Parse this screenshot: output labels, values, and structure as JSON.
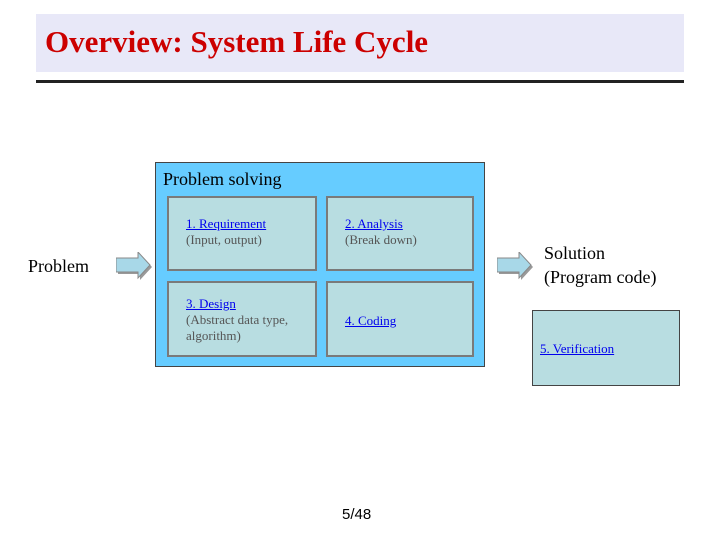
{
  "slide": {
    "title": "Overview: System Life Cycle",
    "page": "5/48"
  },
  "diagram": {
    "container_label": "Problem solving",
    "input_label": "Problem",
    "output_label_line1": "Solution",
    "output_label_line2": "(Program code)",
    "steps": [
      {
        "label": "1. Requirement",
        "detail": "(Input, output)"
      },
      {
        "label": "2. Analysis",
        "detail": "(Break down)"
      },
      {
        "label": "3. Design",
        "detail": "(Abstract data type, algorithm)"
      },
      {
        "label": "4. Coding",
        "detail": ""
      }
    ],
    "verification_label": "5. Verification"
  },
  "colors": {
    "title": "#cc0000",
    "title_band": "#e8e8f8",
    "container": "#66ccff",
    "step_box": "#b8dde1",
    "link": "#0000ee"
  }
}
